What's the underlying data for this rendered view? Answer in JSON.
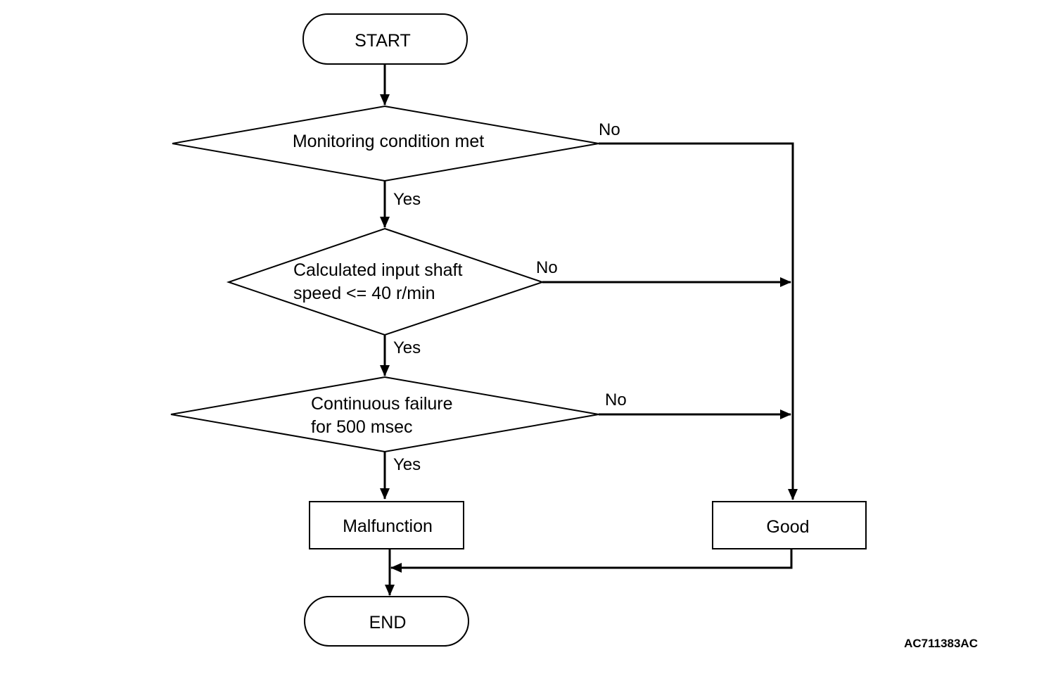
{
  "nodes": {
    "start": "START",
    "decision1": "Monitoring condition met",
    "decision2_line1": "Calculated input shaft",
    "decision2_line2": "speed <= 40 r/min",
    "decision3_line1": "Continuous failure",
    "decision3_line2": "for 500 msec",
    "malfunction": "Malfunction",
    "good": "Good",
    "end": "END"
  },
  "edge_labels": {
    "yes": "Yes",
    "no": "No"
  },
  "reference_code": "AC711383AC"
}
